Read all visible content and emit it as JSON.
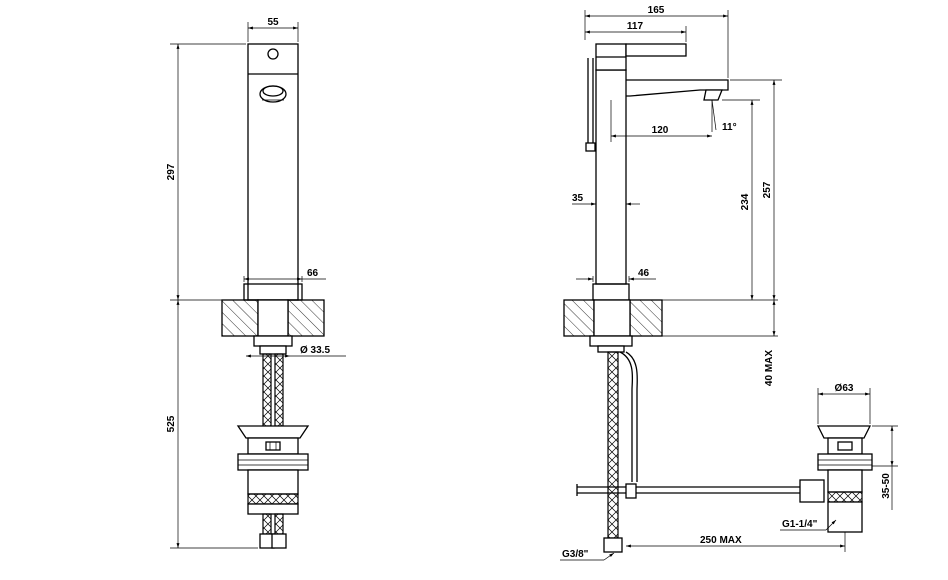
{
  "front_view": {
    "width_top": "55",
    "height_above_deck": "297",
    "base_width": "66",
    "hole_diameter": "Ø 33.5",
    "height_below_deck": "525"
  },
  "side_view": {
    "total_depth": "165",
    "lever_length": "117",
    "spout_reach": "120",
    "spout_angle": "11°",
    "body_width": "35",
    "spout_height": "234",
    "total_height": "257",
    "base_width": "46",
    "max_deck_thickness": "40 MAX",
    "waste_diameter": "Ø63",
    "waste_height": "35-50",
    "waste_thread": "G1-1/4\"",
    "rod_max": "250 MAX",
    "hose_thread": "G3/8\""
  }
}
